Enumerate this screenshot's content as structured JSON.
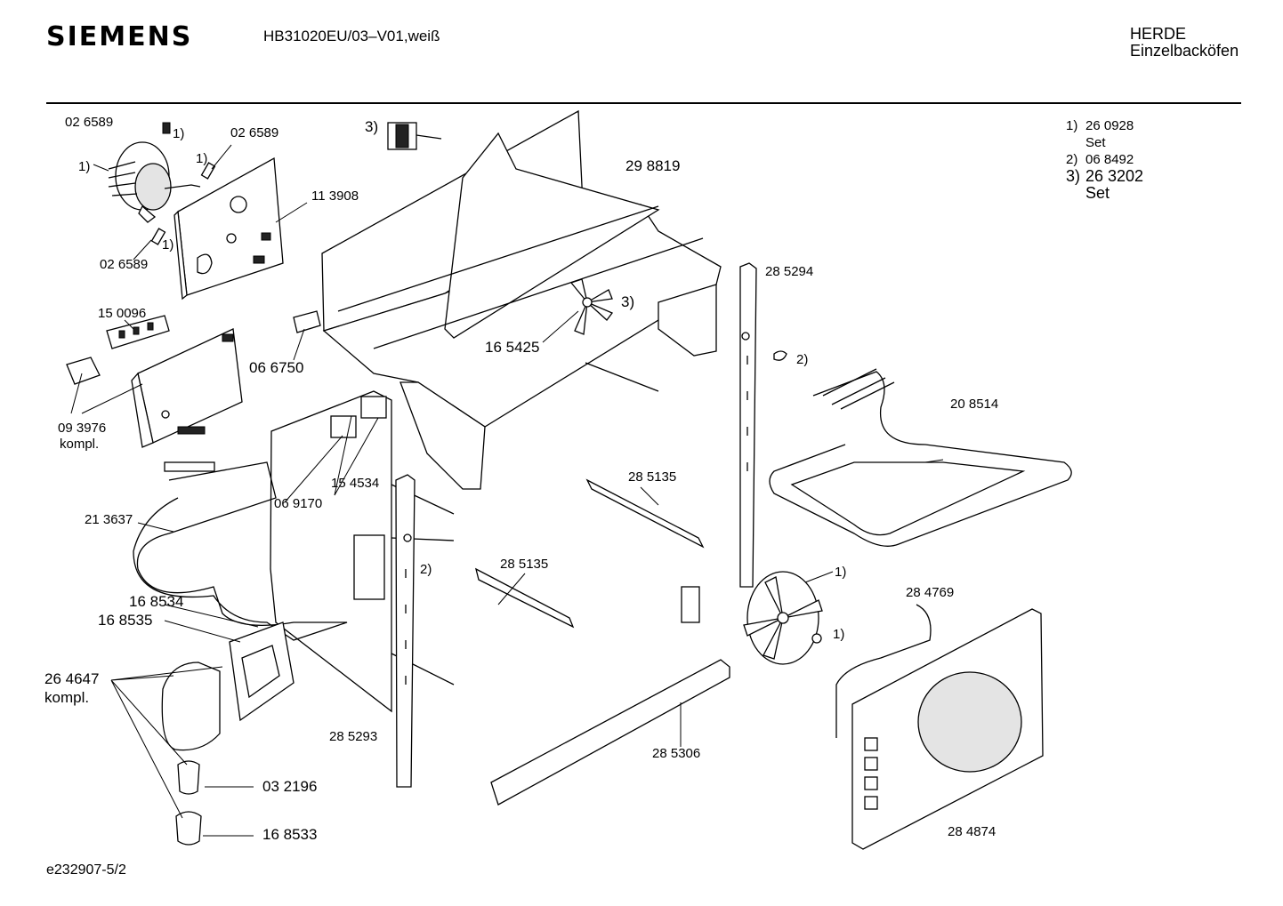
{
  "header": {
    "brand": "SIEMENS",
    "model": "HB31020EU/03–V01,weiß",
    "category_line1": "HERDE",
    "category_line2": "Einzelbacköfen"
  },
  "footer": {
    "doc_id": "e232907-5/2"
  },
  "notes": [
    {
      "key": "1)",
      "number": "26 0928",
      "sub": "Set"
    },
    {
      "key": "2)",
      "number": "06 8492",
      "sub": ""
    },
    {
      "key": "3)",
      "number": "26 3202",
      "sub": "Set"
    }
  ],
  "part_labels": {
    "p026589_a": "02 6589",
    "p026589_b": "02 6589",
    "p026589_c": "02 6589",
    "mark1_a": "1)",
    "mark1_b": "1)",
    "mark1_c": "1)",
    "mark1_d": "1)",
    "p113908": "11 3908",
    "mark3_a": "3)",
    "p298819": "29 8819",
    "p150096": "15 0096",
    "p066750": "06 6750",
    "p093976": "09 3976",
    "p093976_sub": "kompl.",
    "p165425": "16 5425",
    "mark3_b": "3)",
    "p285294": "28 5294",
    "mark2_a": "2)",
    "p208514": "20 8514",
    "p154534": "15 4534",
    "p069170": "06 9170",
    "p213637": "21 3637",
    "p285135_a": "28 5135",
    "p285135_b": "28 5135",
    "mark2_b": "2)",
    "mark1_e": "1)",
    "mark1_f": "1)",
    "p284769": "28 4769",
    "p168534": "16 8534",
    "p168535": "16 8535",
    "p264647": "26 4647",
    "p264647_sub": "kompl.",
    "p285293": "28 5293",
    "p285306": "28 5306",
    "p032196": "03 2196",
    "p168533": "16 8533",
    "p284874": "28 4874"
  }
}
